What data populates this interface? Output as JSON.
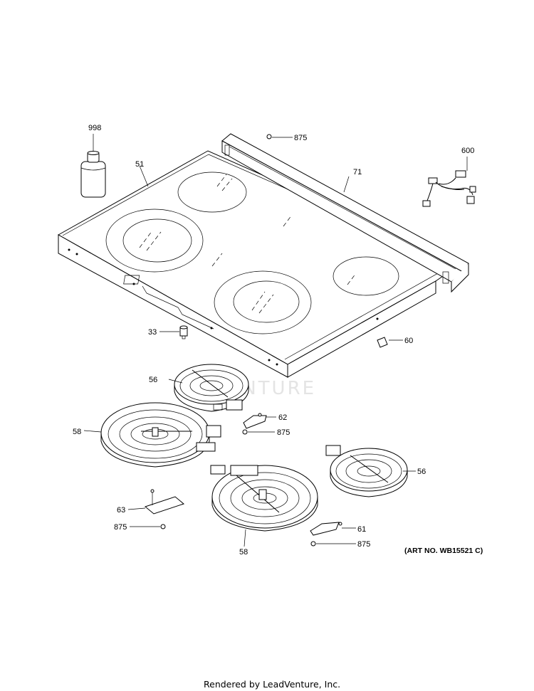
{
  "callouts": {
    "p998": "998",
    "p51": "51",
    "p875_top": "875",
    "p71": "71",
    "p600": "600",
    "p33": "33",
    "p60": "60",
    "p56_left": "56",
    "p62": "62",
    "p58_left": "58",
    "p875_mid": "875",
    "p56_right": "56",
    "p63": "63",
    "p875_left": "875",
    "p61": "61",
    "p58_bottom": "58",
    "p875_bottom": "875"
  },
  "art_no": "(ART NO. WB15521 C)",
  "watermark": "VENTURE",
  "footer": "Rendered by LeadVenture, Inc."
}
